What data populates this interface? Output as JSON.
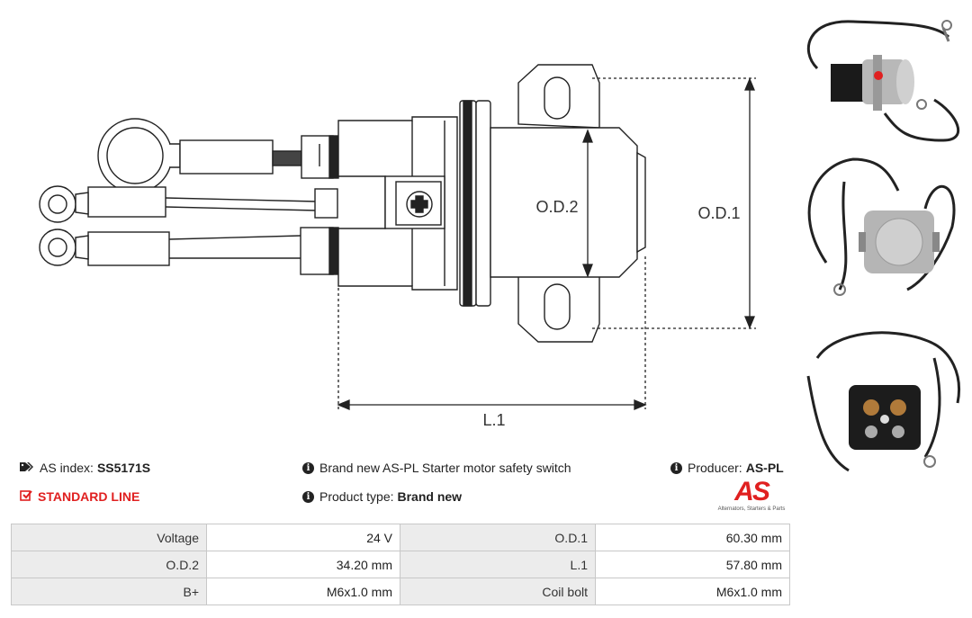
{
  "drawing": {
    "od1_label": "O.D.1",
    "od2_label": "O.D.2",
    "l1_label": "L.1"
  },
  "info": {
    "as_index_label": "AS index:",
    "as_index_value": "SS5171S",
    "standard_line": "STANDARD LINE",
    "description": "Brand new AS-PL Starter motor safety switch",
    "product_type_label": "Product type:",
    "product_type_value": "Brand new",
    "producer_label": "Producer:",
    "producer_value": "AS-PL"
  },
  "logo": {
    "mark": "AS",
    "tagline": "Alternators, Starters & Parts"
  },
  "specs": [
    [
      {
        "k": "Voltage",
        "v": "24 V"
      },
      {
        "k": "O.D.1",
        "v": "60.30 mm"
      }
    ],
    [
      {
        "k": "O.D.2",
        "v": "34.20 mm"
      },
      {
        "k": "L.1",
        "v": "57.80 mm"
      }
    ],
    [
      {
        "k": "B+",
        "v": "M6x1.0 mm"
      },
      {
        "k": "Coil bolt",
        "v": "M6x1.0 mm"
      }
    ]
  ]
}
